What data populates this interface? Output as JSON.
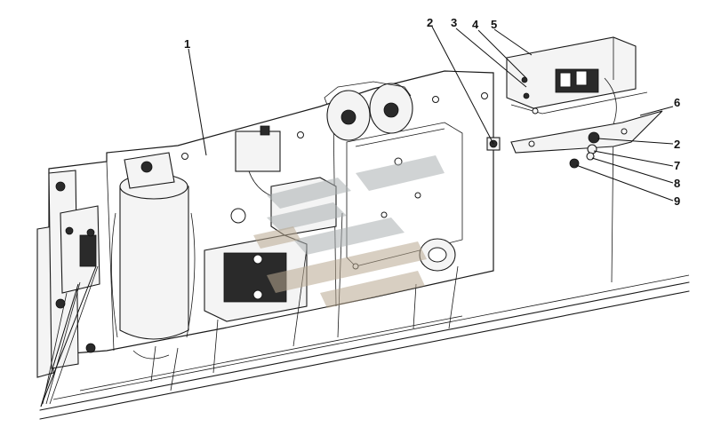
{
  "callouts": [
    {
      "id": "1",
      "label": "1"
    },
    {
      "id": "2a",
      "label": "2"
    },
    {
      "id": "3",
      "label": "3"
    },
    {
      "id": "4",
      "label": "4"
    },
    {
      "id": "5",
      "label": "5"
    },
    {
      "id": "6",
      "label": "6"
    },
    {
      "id": "2b",
      "label": "2"
    },
    {
      "id": "7",
      "label": "7"
    },
    {
      "id": "8",
      "label": "8"
    },
    {
      "id": "9",
      "label": "9"
    }
  ],
  "colors": {
    "line": "#1a1a1a",
    "watermark_grey": "#a9aeb0",
    "watermark_tan": "#b8a890"
  },
  "icons": {
    "watermark": "logo-watermark-icon"
  }
}
